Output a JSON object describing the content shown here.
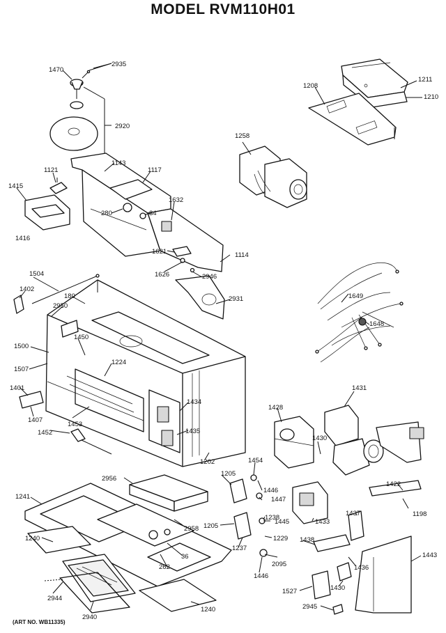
{
  "header": {
    "title": "MODEL RVM110H01"
  },
  "footer": {
    "art_no": "(ART NO. WB11335)"
  },
  "parts": [
    "1470",
    "2935",
    "2920",
    "1211",
    "1208",
    "1210",
    "1143",
    "1117",
    "1121",
    "1415",
    "1416",
    "280",
    "34",
    "1632",
    "1258",
    "1621",
    "1626",
    "1114",
    "2946",
    "1504",
    "1402",
    "180",
    "2950",
    "2931",
    "1649",
    "1648",
    "1450",
    "1500",
    "1224",
    "1507",
    "1401",
    "1407",
    "1434",
    "1453",
    "1435",
    "1452",
    "1428",
    "1431",
    "1430",
    "1454",
    "1202",
    "2956",
    "1205",
    "1446",
    "1447",
    "1422",
    "1241",
    "1198",
    "1205",
    "1437",
    "2958",
    "1238",
    "1445",
    "1433",
    "1240",
    "1237",
    "1229",
    "36",
    "262",
    "1438",
    "1443",
    "1436",
    "2095",
    "1446",
    "1527",
    "1430",
    "2944",
    "2945",
    "2940",
    "1240"
  ]
}
